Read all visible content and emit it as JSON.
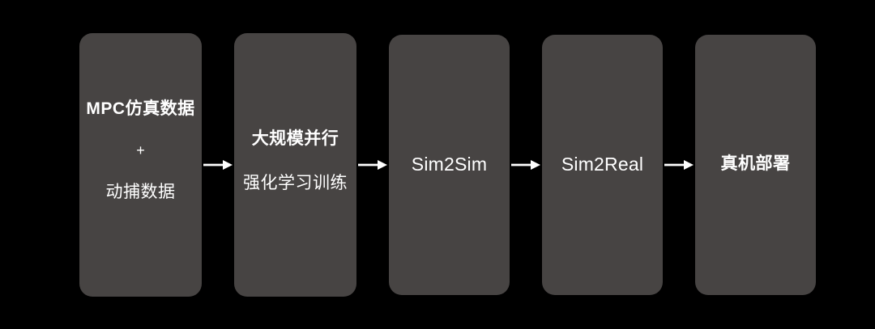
{
  "background_color": "#000000",
  "node_color": "#474443",
  "text_color": "#ffffff",
  "arrow_color": "#ffffff",
  "diagram": {
    "type": "flow",
    "orientation": "left-to-right",
    "nodes": [
      {
        "id": "node-1",
        "lines": [
          "MPC仿真数据",
          "+",
          "动捕数据"
        ],
        "line1": "MPC仿真数据",
        "line2": "+",
        "line3": "动捕数据"
      },
      {
        "id": "node-2",
        "lines": [
          "大规模并行",
          "强化学习训练"
        ],
        "line1": "大规模并行",
        "line2": "强化学习训练"
      },
      {
        "id": "node-3",
        "lines": [
          "Sim2Sim"
        ],
        "line1": "Sim2Sim"
      },
      {
        "id": "node-4",
        "lines": [
          "Sim2Real"
        ],
        "line1": "Sim2Real"
      },
      {
        "id": "node-5",
        "lines": [
          "真机部署"
        ],
        "line1": "真机部署"
      }
    ],
    "connectors": [
      {
        "id": "arrow-1",
        "from": "node-1",
        "to": "node-2",
        "glyph": "right-arrow"
      },
      {
        "id": "arrow-2",
        "from": "node-2",
        "to": "node-3",
        "glyph": "right-arrow"
      },
      {
        "id": "arrow-3",
        "from": "node-3",
        "to": "node-4",
        "glyph": "right-arrow"
      },
      {
        "id": "arrow-4",
        "from": "node-4",
        "to": "node-5",
        "glyph": "right-arrow"
      }
    ]
  }
}
